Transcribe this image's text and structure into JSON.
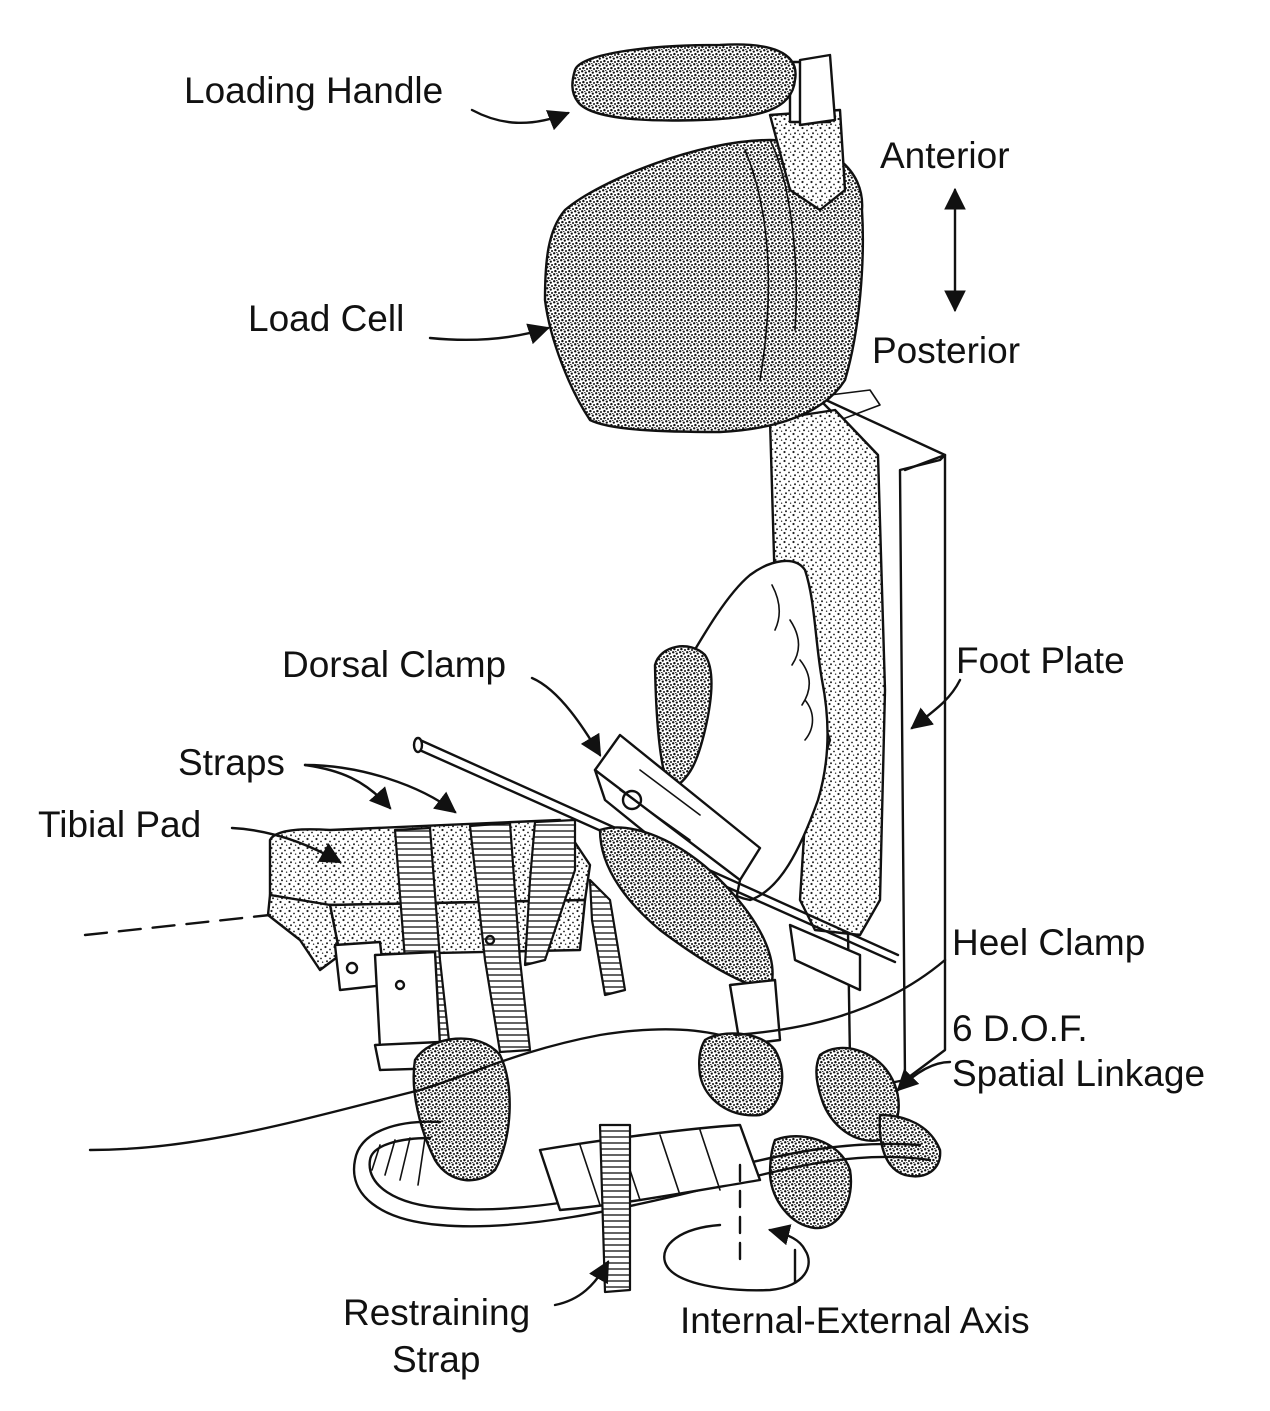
{
  "labels": {
    "loading_handle": "Loading Handle",
    "anterior": "Anterior",
    "posterior": "Posterior",
    "load_cell": "Load Cell",
    "dorsal_clamp": "Dorsal Clamp",
    "foot_plate": "Foot Plate",
    "straps": "Straps",
    "tibial_pad": "Tibial Pad",
    "heel_clamp": "Heel Clamp",
    "dof_line1": "6 D.O.F.",
    "dof_line2": "Spatial Linkage",
    "restraining_line1": "Restraining",
    "restraining_line2": "Strap",
    "ie_axis": "Internal-External Axis"
  }
}
